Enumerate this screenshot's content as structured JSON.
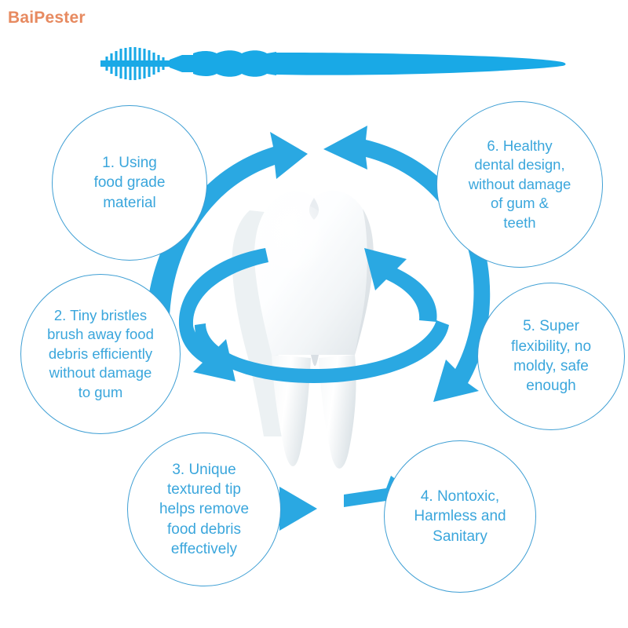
{
  "brand": {
    "name": "BaiPester",
    "color": "#e78a60"
  },
  "colors": {
    "arrow_blue": "#2aa8e2",
    "text_blue": "#3aa6dc",
    "outline_blue": "#3f9fd4",
    "tooth_white": "#ffffff",
    "background": "#ffffff"
  },
  "product": {
    "name": "interdental-brush-pick",
    "parts": [
      "bristle-head",
      "ribbed-grip",
      "tapered-pick-tip"
    ]
  },
  "center": {
    "icon": "molar-tooth",
    "orbit": "rotating-ellipse-arrows",
    "ring": "circular-process-arrows"
  },
  "features": [
    {
      "index": "1",
      "text": "1. Using\nfood grade\nmaterial"
    },
    {
      "index": "2",
      "text": "2. Tiny bristles\nbrush away food\ndebris efficiently\nwithout damage\nto gum"
    },
    {
      "index": "3",
      "text": "3. Unique\ntextured tip\nhelps remove\nfood debris\neffectively"
    },
    {
      "index": "4",
      "text": "4. Nontoxic,\nHarmless and\nSanitary"
    },
    {
      "index": "5",
      "text": "5. Super\nflexibility, no\nmoldy, safe\nenough"
    },
    {
      "index": "6",
      "text": "6. Healthy\ndental design,\nwithout damage\nof gum &\nteeth"
    }
  ]
}
